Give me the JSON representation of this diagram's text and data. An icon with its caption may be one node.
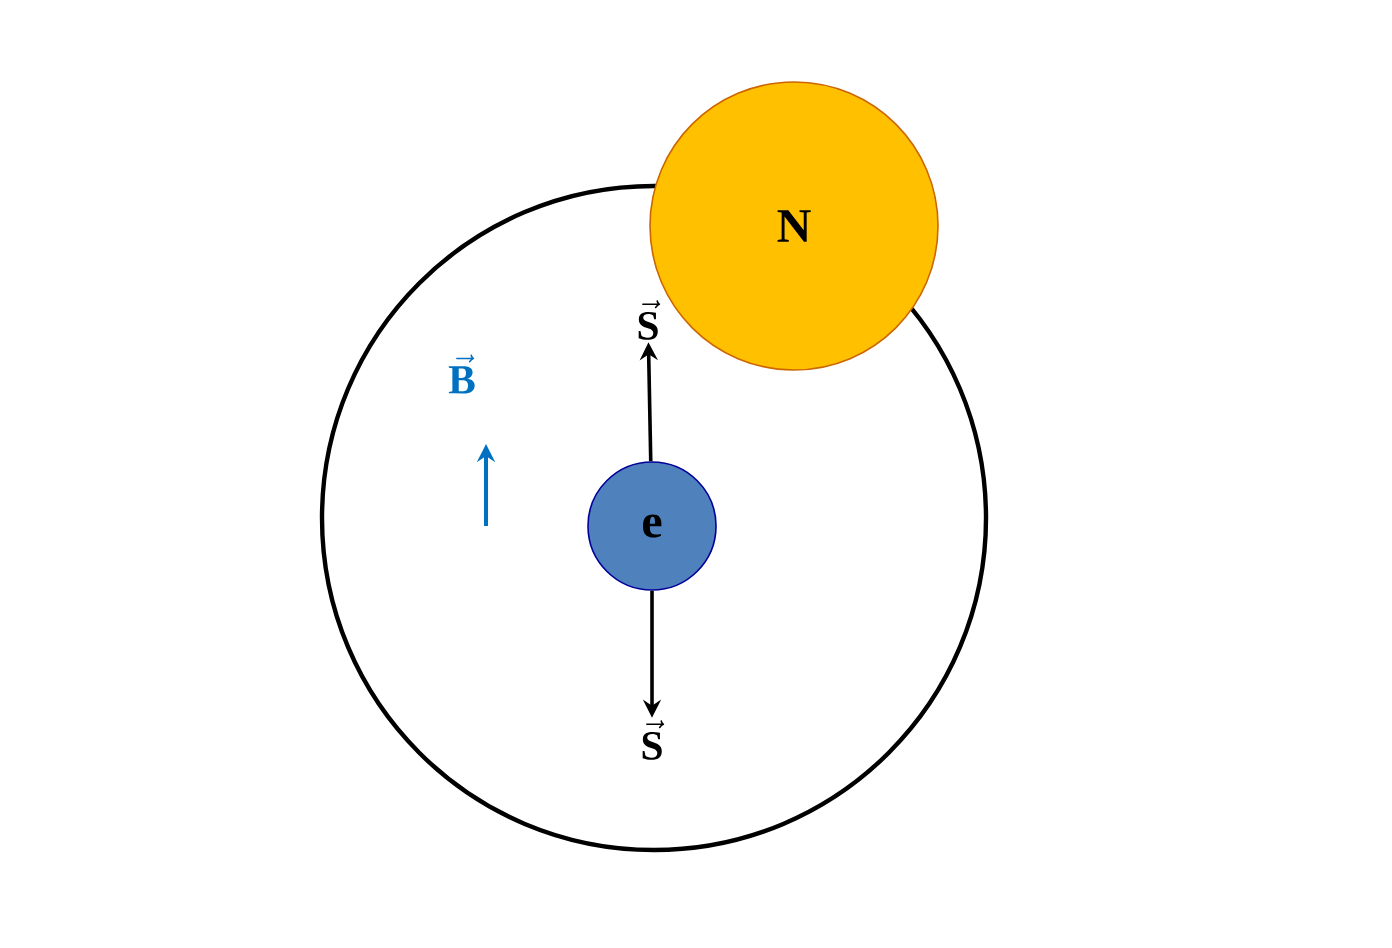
{
  "diagram": {
    "nodes": [
      {
        "text": [],
        "shape": "circle"
      },
      {
        "text": [
          "N"
        ]
      },
      {
        "text": [
          "e"
        ],
        "in": 0
      },
      {
        "text": [
          "\\vec{\\mathbf{S}}"
        ],
        "in": 0
      },
      {
        "text": [
          "\\vec{\\mathbf{S}}"
        ],
        "in": 0
      }
    ],
    "edges": [
      {
        "from": 2,
        "to": 3,
        "arrow": "to"
      },
      {
        "from": 2,
        "to": 4,
        "arrow": "to"
      }
    ],
    "labels": [
      "\\vec{\\mathbf{B}}"
    ]
  }
}
